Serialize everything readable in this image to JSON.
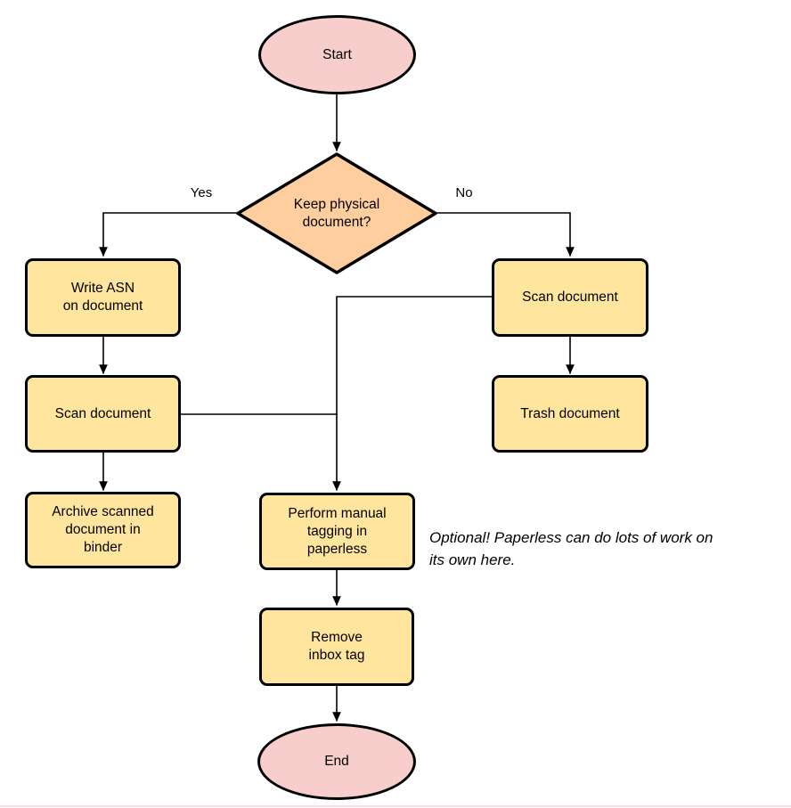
{
  "diagram": {
    "colors": {
      "terminal_fill": "#f8cecc",
      "decision_fill": "#ffce9e",
      "process_fill": "#ffe59d",
      "stroke": "#000000",
      "text": "#000000",
      "bottom_rule": "#f3e1e1"
    },
    "nodes": {
      "start": {
        "label": "Start"
      },
      "decision": {
        "label": "Keep physical\ndocument?"
      },
      "write_asn": {
        "label": "Write ASN\non document"
      },
      "scan_left": {
        "label": "Scan document"
      },
      "archive": {
        "label": "Archive scanned\ndocument in\nbinder"
      },
      "scan_right": {
        "label": "Scan document"
      },
      "trash": {
        "label": "Trash document"
      },
      "tagging": {
        "label": "Perform manual\ntagging in\npaperless"
      },
      "remove_inbox": {
        "label": "Remove\ninbox tag"
      },
      "end": {
        "label": "End"
      }
    },
    "edge_labels": {
      "yes": "Yes",
      "no": "No"
    },
    "note": "Optional! Paperless can do lots of work on\nits own here."
  }
}
